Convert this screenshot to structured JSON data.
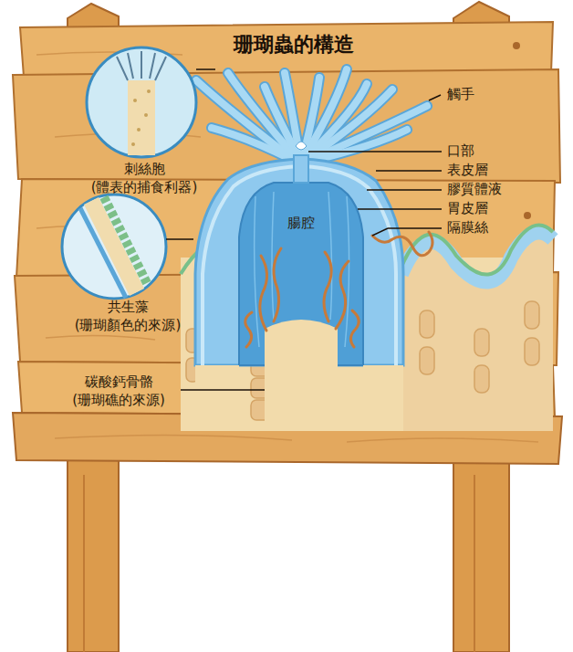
{
  "diagram": {
    "title": "珊瑚蟲的構造",
    "labels": [
      "觸手",
      "口部",
      "表皮層",
      "膠質體液",
      "胃皮層",
      "隔膜絲",
      "腸腔",
      "刺絲胞",
      "(體表的捕食利器)",
      "共生藻",
      "(珊瑚顏色的來源)",
      "碳酸鈣骨骼",
      "(珊瑚礁的來源)"
    ]
  }
}
